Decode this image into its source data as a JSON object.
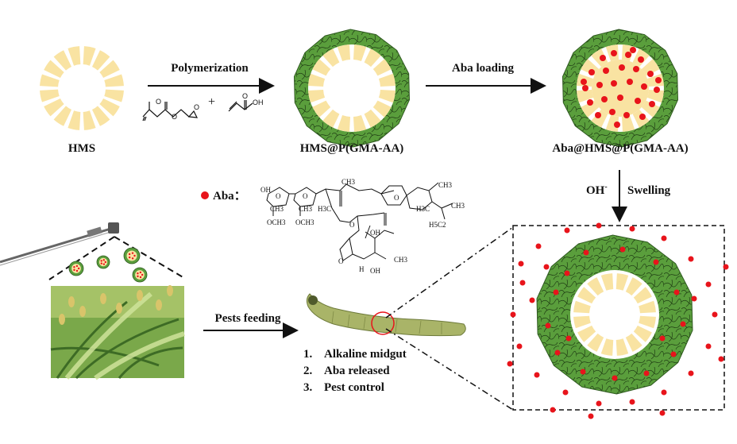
{
  "labels": {
    "hms": "HMS",
    "hms_p": "HMS@P(GMA-AA)",
    "aba_hms_p": "Aba@HMS@P(GMA-AA)",
    "polymerization": "Polymerization",
    "aba_loading": "Aba loading",
    "oh": "OH",
    "oh_sup": "-",
    "swelling": "Swelling",
    "aba_legend": "Aba",
    "aba_colon": "：",
    "pests_feeding": "Pests feeding",
    "plus": "+"
  },
  "steps": [
    {
      "num": "1.",
      "text": "Alkaline midgut"
    },
    {
      "num": "2.",
      "text": "Aba released"
    },
    {
      "num": "3.",
      "text": "Pest control"
    }
  ],
  "molecule_labels": {
    "oh_a": "OH",
    "oh_b": "OH",
    "oh_c": "OH",
    "ch3_a": "CH3",
    "ch3_b": "CH3",
    "ch3_c": "CH3",
    "ch3_d": "CH3",
    "ch3_e": "CH3",
    "ch3_f": "CH3",
    "och3_a": "OCH3",
    "och3_b": "OCH3",
    "h3c": "H3C",
    "h3c2": "H3C",
    "h5c2": "H5C2",
    "h": "H",
    "o": "O"
  },
  "colors": {
    "shell_green": "#5a9e3c",
    "core_yellow": "#f9e3a2",
    "aba_red": "#e8141b",
    "text": "#111111"
  },
  "icons": [
    "hollow-mesoporous-sphere-icon",
    "polymer-coated-sphere-icon",
    "aba-loaded-sphere-icon",
    "swollen-sphere-icon",
    "sprayer-icon",
    "rice-plant-photo",
    "caterpillar-icon",
    "abamectin-structure-icon"
  ]
}
